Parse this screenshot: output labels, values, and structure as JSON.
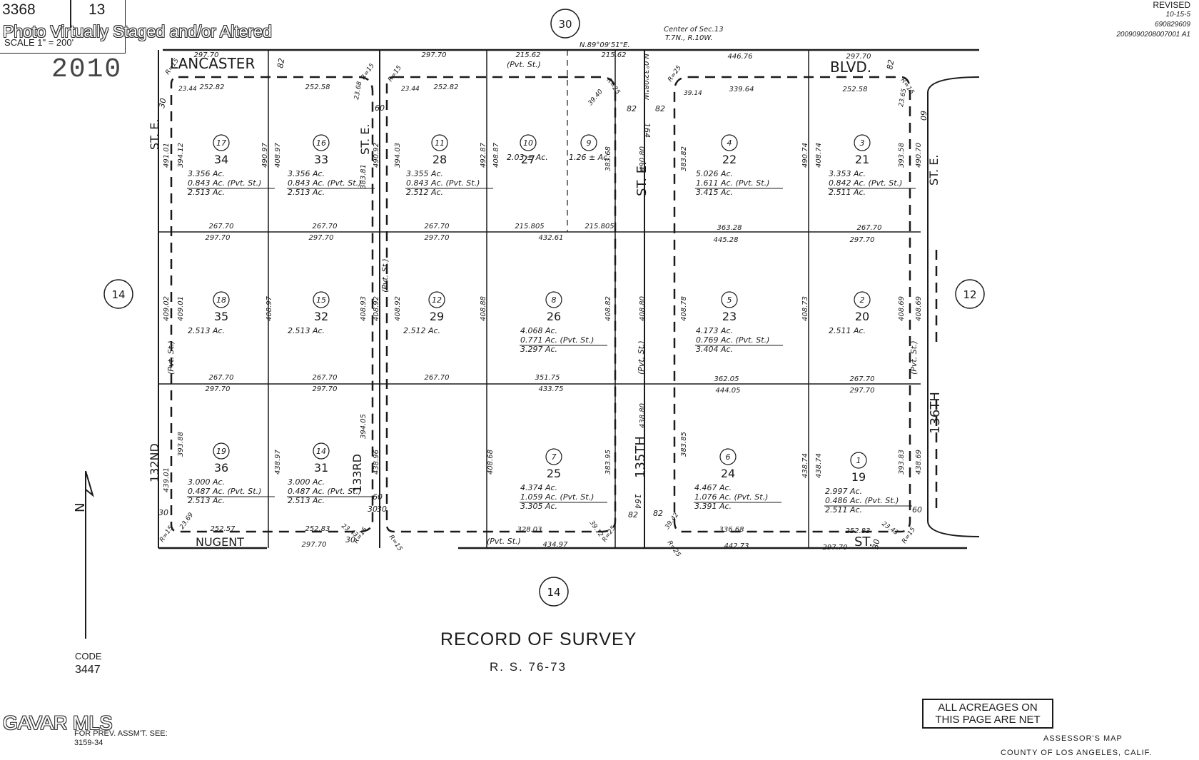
{
  "header": {
    "book": "3368",
    "page": "13",
    "scale": "SCALE 1\" = 200'",
    "year": "2010",
    "watermark": "Photo Virtually Staged and/or Altered",
    "revised_label": "REVISED",
    "revised_date": "10-15-5",
    "revised_num1": "690829609",
    "revised_num2": "2009090208007001 A1"
  },
  "map_section_numbers": {
    "top": "30",
    "left": "14",
    "right": "12",
    "bottom": "14"
  },
  "center_note": [
    "Center of Sec.13",
    "T.7N., R.10W."
  ],
  "bearings": {
    "north_line": "N.89°09'51\"E.",
    "center_line": "N.0°32'08\"W."
  },
  "streets": {
    "lancaster": "LANCASTER",
    "blvd": "BLVD.",
    "nugent": "NUGENT",
    "st": "ST.",
    "st_e": "ST. E.",
    "st_e_short": "E.",
    "n132": "132ND",
    "n133": "133RD",
    "n135": "135TH",
    "n136": "136TH",
    "pvt_st": "(Pvt. St.)"
  },
  "lots": [
    {
      "circle": "17",
      "lot": "34",
      "acres": [
        "3.356 Ac.",
        "0.843 Ac. (Pvt. St.)",
        "2.513 Ac."
      ]
    },
    {
      "circle": "16",
      "lot": "33",
      "acres": [
        "3.356 Ac.",
        "0.843 Ac. (Pvt. St.)",
        "2.513 Ac."
      ]
    },
    {
      "circle": "11",
      "lot": "28",
      "acres": [
        "3.355 Ac.",
        "0.843 Ac. (Pvt. St.)",
        "2.512 Ac."
      ]
    },
    {
      "circle": "10",
      "lot": "27",
      "acres": [
        "2.03 ± Ac."
      ]
    },
    {
      "circle": "9",
      "lot": "",
      "acres": [
        "1.26 ± Ac."
      ]
    },
    {
      "circle": "4",
      "lot": "22",
      "acres": [
        "5.026 Ac.",
        "1.611 Ac. (Pvt. St.)",
        "3.415 Ac."
      ]
    },
    {
      "circle": "3",
      "lot": "21",
      "acres": [
        "3.353 Ac.",
        "0.842 Ac. (Pvt. St.)",
        "2.511 Ac."
      ]
    },
    {
      "circle": "18",
      "lot": "35",
      "acres": [
        "2.513 Ac."
      ]
    },
    {
      "circle": "15",
      "lot": "32",
      "acres": [
        "2.513 Ac."
      ]
    },
    {
      "circle": "12",
      "lot": "29",
      "acres": [
        "2.512 Ac."
      ]
    },
    {
      "circle": "8",
      "lot": "26",
      "acres": [
        "4.068 Ac.",
        "0.771 Ac. (Pvt. St.)",
        "3.297 Ac."
      ]
    },
    {
      "circle": "5",
      "lot": "23",
      "acres": [
        "4.173 Ac.",
        "0.769 Ac. (Pvt. St.)",
        "3.404 Ac."
      ]
    },
    {
      "circle": "2",
      "lot": "20",
      "acres": [
        "2.511 Ac."
      ]
    },
    {
      "circle": "19",
      "lot": "36",
      "acres": [
        "3.000 Ac.",
        "0.487 Ac. (Pvt. St.)",
        "2.513 Ac."
      ]
    },
    {
      "circle": "14",
      "lot": "31",
      "acres": [
        "3.000 Ac.",
        "0.487 Ac. (Pvt. St.)",
        "2.513 Ac."
      ]
    },
    {
      "circle": "7",
      "lot": "25",
      "acres": [
        "4.374 Ac.",
        "1.059 Ac. (Pvt. St.)",
        "3.305 Ac."
      ]
    },
    {
      "circle": "6",
      "lot": "24",
      "acres": [
        "4.467 Ac.",
        "1.076 Ac. (Pvt. St.)",
        "3.391 Ac."
      ]
    },
    {
      "circle": "1",
      "lot": "19",
      "acres": [
        "2.997 Ac.",
        "0.486 Ac. (Pvt. St.)",
        "2.511 Ac."
      ]
    }
  ],
  "dimensions": {
    "d297_70": "297.70",
    "d252_82": "252.82",
    "d252_58": "252.58",
    "d252_57": "252.57",
    "d252_83": "252.83",
    "d267_70": "267.70",
    "d215_62": "215.62",
    "d446_76": "446.76",
    "d339_64": "339.64",
    "d215_805": "215.805",
    "d432_61": "432.61",
    "d363_28": "363.28",
    "d445_28": "445.28",
    "d351_75": "351.75",
    "d433_75": "433.75",
    "d362_05": "362.05",
    "d444_05": "444.05",
    "d328_03": "328.03",
    "d434_97": "434.97",
    "d336_68": "336.68",
    "d442_73": "442.73",
    "d23_44": "23.44",
    "d23_68": "23.68",
    "d23_65": "23.65",
    "d39_40": "39.40",
    "d39_14": "39.14",
    "d23_69": "23.69",
    "d23_43": "23.43",
    "d39_12": "39.12",
    "d39_42": "39.42",
    "r15": "R=15",
    "r25": "R=25",
    "d82": "82",
    "d60": "60",
    "d30": "30",
    "d164": "164",
    "v491_01": "491.01",
    "v394_12": "394.12",
    "v490_97": "490.97",
    "v408_97": "408.97",
    "v490_92": "490.92",
    "v383_81": "383.81",
    "v394_03": "394.03",
    "v492_87": "492.87",
    "v408_87": "408.87",
    "v383_68": "383.68",
    "v490_80": "490.80",
    "v383_82": "383.82",
    "v490_74": "490.74",
    "v408_74": "408.74",
    "v393_58": "393.58",
    "v490_70": "490.70",
    "v409_02": "409.02",
    "v409_01": "409.01",
    "v408_93": "408.93",
    "v408_92": "408.92",
    "v408_88": "408.88",
    "v408_82": "408.82",
    "v408_80": "408.80",
    "v408_78": "408.78",
    "v408_73": "408.73",
    "v408_69": "408.69",
    "v439_01": "439.01",
    "v393_88": "393.88",
    "v438_97": "438.97",
    "v394_05": "394.05",
    "v438_96": "438.96",
    "v408_68": "408.68",
    "v383_95": "383.95",
    "v438_80": "438.80",
    "v383_85": "383.85",
    "v438_74": "438.74",
    "v393_83": "393.83",
    "v438_69": "438.69"
  },
  "north": "N",
  "code": {
    "label": "CODE",
    "value": "3447"
  },
  "mls": "GAVAR MLS",
  "prev_assmt": {
    "line1": "FOR PREV. ASSM'T. SEE:",
    "line2": "3159-34"
  },
  "survey": {
    "title": "RECORD OF SURVEY",
    "ref": "R. S. 76-73"
  },
  "acres_note": [
    "ALL ACREAGES ON",
    "THIS PAGE ARE NET"
  ],
  "footer": {
    "line1": "ASSESSOR'S MAP",
    "line2": "COUNTY OF LOS ANGELES, CALIF."
  }
}
